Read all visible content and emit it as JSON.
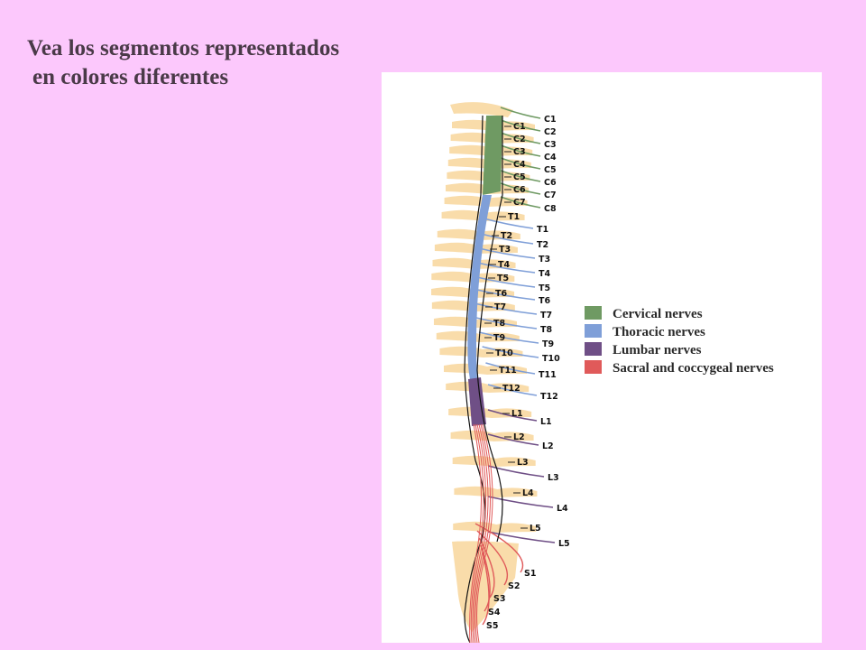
{
  "title": {
    "line1": "Vea los segmentos representados",
    "line2": "en colores diferentes"
  },
  "legend": [
    {
      "label": "Cervical nerves",
      "color": "#6f9a63"
    },
    {
      "label": "Thoracic nerves",
      "color": "#7f9fd8"
    },
    {
      "label": "Lumbar nerves",
      "color": "#6f4f86"
    },
    {
      "label": "Sacral and coccygeal nerves",
      "color": "#e05a5a"
    }
  ],
  "colors": {
    "bone": "#f9dcaa",
    "cervical": "#6f9a63",
    "thoracic": "#7f9fd8",
    "lumbar": "#6f4f86",
    "sacral": "#e05a5a"
  },
  "vertebra_labels": [
    "C1",
    "C2",
    "C3",
    "C4",
    "C5",
    "C6",
    "C7",
    "T1",
    "T2",
    "T3",
    "T4",
    "T5",
    "T6",
    "T7",
    "T8",
    "T9",
    "T10",
    "T11",
    "T12",
    "L1",
    "L2",
    "L3",
    "L4",
    "L5"
  ],
  "nerve_labels": {
    "cervical": [
      "C1",
      "C2",
      "C3",
      "C4",
      "C5",
      "C6",
      "C7",
      "C8"
    ],
    "thoracic": [
      "T1",
      "T2",
      "T3",
      "T4",
      "T5",
      "T6",
      "T7",
      "T8",
      "T9",
      "T10",
      "T11",
      "T12"
    ],
    "lumbar": [
      "L1",
      "L2",
      "L3",
      "L4",
      "L5"
    ],
    "sacral": [
      "S1",
      "S2",
      "S3",
      "S4",
      "S5"
    ]
  }
}
